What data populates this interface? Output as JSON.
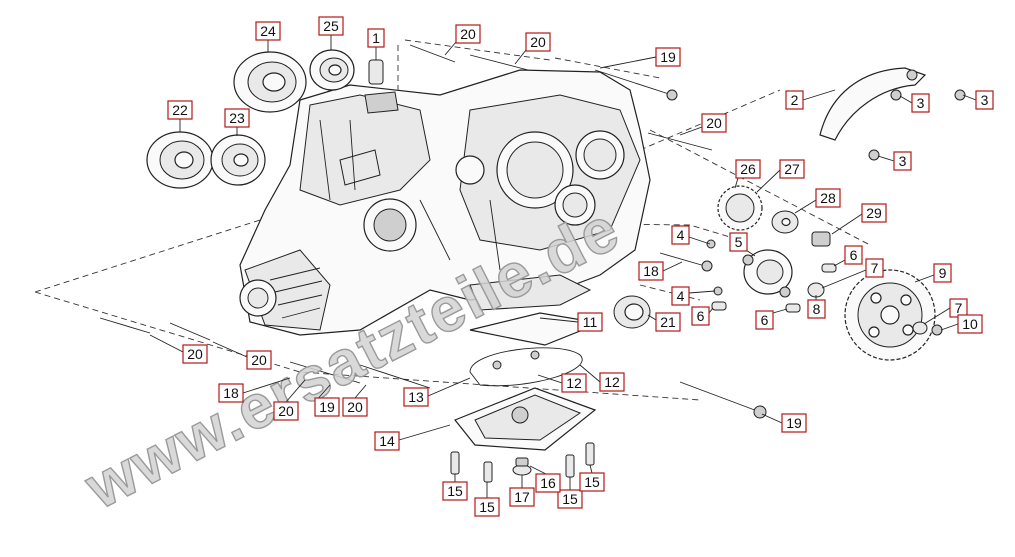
{
  "diagram": {
    "watermark": "www.ersatzteile.de",
    "callouts": [
      "1",
      "2",
      "3",
      "3",
      "3",
      "4",
      "4",
      "5",
      "6",
      "6",
      "6",
      "7",
      "7",
      "8",
      "9",
      "10",
      "11",
      "12",
      "12",
      "13",
      "14",
      "15",
      "15",
      "15",
      "15",
      "16",
      "17",
      "18",
      "18",
      "19",
      "19",
      "19",
      "20",
      "20",
      "20",
      "20",
      "20",
      "20",
      "20",
      "21",
      "22",
      "23",
      "24",
      "25",
      "26",
      "27",
      "28",
      "29"
    ]
  },
  "colors": {
    "callout_border": "#b01818",
    "ink": "#222222",
    "watermark": "#d2d2d2"
  }
}
